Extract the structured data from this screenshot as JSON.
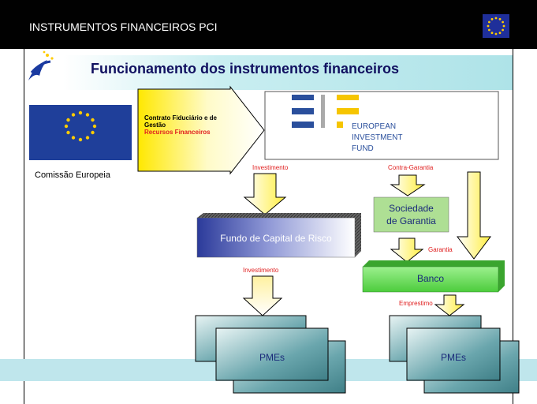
{
  "header": {
    "title": "INSTRUMENTOS FINANCEIROS PCI"
  },
  "slide": {
    "title": "Funcionamento dos instrumentos financeiros"
  },
  "ec": {
    "label": "Comissão Europeia"
  },
  "contract": {
    "line1": "Contrato Fiduciário e de",
    "line2": "Gestão",
    "line3": "Recursos Financeiros"
  },
  "eif": {
    "line1": "EUROPEAN",
    "line2": "INVESTMENT",
    "line3": "FUND"
  },
  "flows": {
    "investimento_top": "Investimento",
    "contra_garantia": "Contra-Garantia",
    "investimento_mid": "Investimento",
    "garantia": "Garantia",
    "emprestimo": "Emprestimo"
  },
  "nodes": {
    "sociedade_line1": "Sociedade",
    "sociedade_line2": "de Garantia",
    "fundo": "Fundo de Capital de Risco",
    "banco": "Banco",
    "pmes_left": "PMEs",
    "pmes_right": "PMEs"
  },
  "colors": {
    "header_bg": "#010101",
    "title_color": "#101060",
    "band": "#bfe6ec",
    "eu_blue": "#1f3f9a",
    "eu_gold": "#ffcc00",
    "eif_blue": "#2a4f9c",
    "eif_gold": "#f6c500",
    "accent_red": "#e02020",
    "banco_green": "#66e05a",
    "sociedade_green": "#aedf94",
    "pmes_teal": "#5f9ea4"
  }
}
